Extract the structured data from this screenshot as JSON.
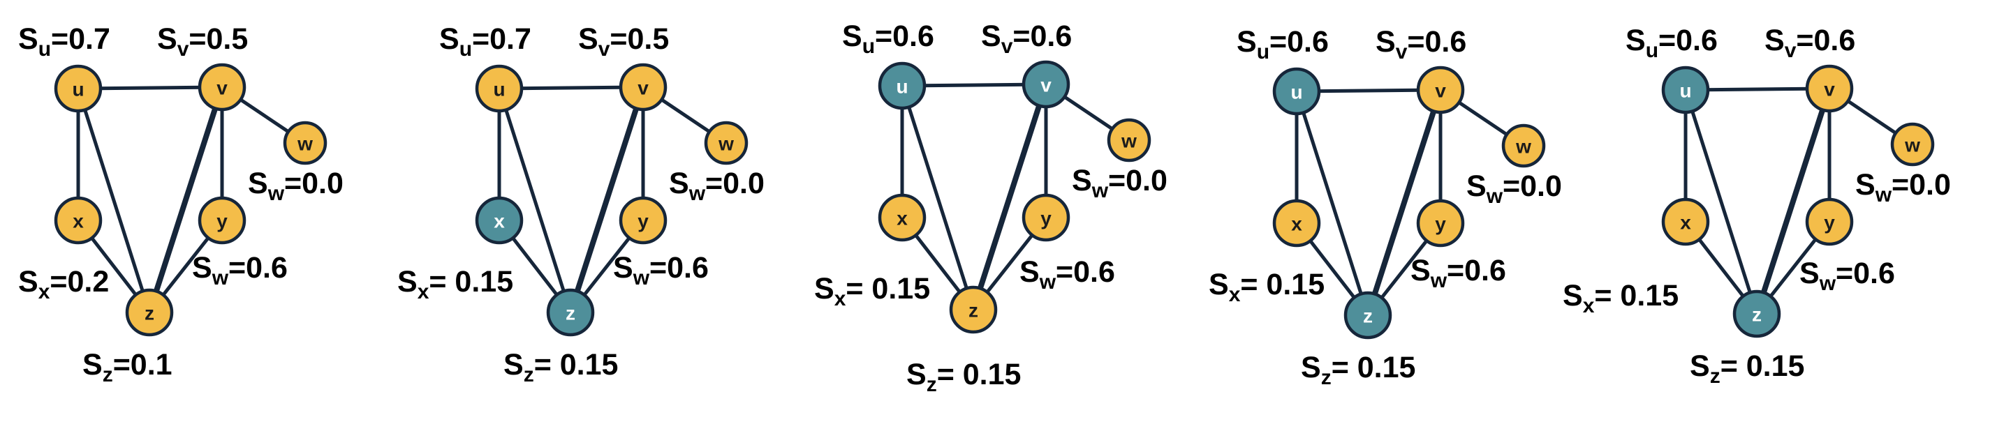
{
  "colors": {
    "orange": "#f4bd49",
    "teal": "#4f8f9a",
    "edge": "#16263a",
    "label_on_orange": "#1b1b1b",
    "label_on_teal": "#ffffff"
  },
  "panels": [
    {
      "nodes": [
        {
          "id": "u",
          "label": "u",
          "color": "orange"
        },
        {
          "id": "v",
          "label": "v",
          "color": "orange"
        },
        {
          "id": "w",
          "label": "w",
          "color": "orange"
        },
        {
          "id": "x",
          "label": "x",
          "color": "orange"
        },
        {
          "id": "y",
          "label": "y",
          "color": "orange"
        },
        {
          "id": "z",
          "label": "z",
          "color": "orange"
        }
      ],
      "scores": [
        {
          "node": "u",
          "prefix": "S",
          "sub": "u",
          "value": "=0.7"
        },
        {
          "node": "v",
          "prefix": "S",
          "sub": "v",
          "value": "=0.5"
        },
        {
          "node": "w",
          "prefix": "S",
          "sub": "w",
          "value": "=0.0"
        },
        {
          "node": "x",
          "prefix": "S",
          "sub": "x",
          "value": "=0.2"
        },
        {
          "node": "y",
          "prefix": "S",
          "sub": "w",
          "value": "=0.6"
        },
        {
          "node": "z",
          "prefix": "S",
          "sub": "z",
          "value": "=0.1"
        }
      ]
    },
    {
      "nodes": [
        {
          "id": "u",
          "label": "u",
          "color": "orange"
        },
        {
          "id": "v",
          "label": "v",
          "color": "orange"
        },
        {
          "id": "w",
          "label": "w",
          "color": "orange"
        },
        {
          "id": "x",
          "label": "x",
          "color": "teal"
        },
        {
          "id": "y",
          "label": "y",
          "color": "orange"
        },
        {
          "id": "z",
          "label": "z",
          "color": "teal"
        }
      ],
      "scores": [
        {
          "node": "u",
          "prefix": "S",
          "sub": "u",
          "value": "=0.7"
        },
        {
          "node": "v",
          "prefix": "S",
          "sub": "v",
          "value": "=0.5"
        },
        {
          "node": "w",
          "prefix": "S",
          "sub": "w",
          "value": "=0.0"
        },
        {
          "node": "x",
          "prefix": "S",
          "sub": "x",
          "value": "= 0.15"
        },
        {
          "node": "y",
          "prefix": "S",
          "sub": "w",
          "value": "=0.6"
        },
        {
          "node": "z",
          "prefix": "S",
          "sub": "z",
          "value": "= 0.15"
        }
      ]
    },
    {
      "nodes": [
        {
          "id": "u",
          "label": "u",
          "color": "teal"
        },
        {
          "id": "v",
          "label": "v",
          "color": "teal"
        },
        {
          "id": "w",
          "label": "w",
          "color": "orange"
        },
        {
          "id": "x",
          "label": "x",
          "color": "orange"
        },
        {
          "id": "y",
          "label": "y",
          "color": "orange"
        },
        {
          "id": "z",
          "label": "z",
          "color": "orange"
        }
      ],
      "scores": [
        {
          "node": "u",
          "prefix": "S",
          "sub": "u",
          "value": "=0.6"
        },
        {
          "node": "v",
          "prefix": "S",
          "sub": "v",
          "value": "=0.6"
        },
        {
          "node": "w",
          "prefix": "S",
          "sub": "w",
          "value": "=0.0"
        },
        {
          "node": "x",
          "prefix": "S",
          "sub": "x",
          "value": "= 0.15"
        },
        {
          "node": "y",
          "prefix": "S",
          "sub": "w",
          "value": "=0.6"
        },
        {
          "node": "z",
          "prefix": "S",
          "sub": "z",
          "value": "= 0.15"
        }
      ]
    },
    {
      "nodes": [
        {
          "id": "u",
          "label": "u",
          "color": "teal"
        },
        {
          "id": "v",
          "label": "v",
          "color": "orange"
        },
        {
          "id": "w",
          "label": "w",
          "color": "orange"
        },
        {
          "id": "x",
          "label": "x",
          "color": "orange"
        },
        {
          "id": "y",
          "label": "y",
          "color": "orange"
        },
        {
          "id": "z",
          "label": "z",
          "color": "teal"
        }
      ],
      "scores": [
        {
          "node": "u",
          "prefix": "S",
          "sub": "u",
          "value": "=0.6"
        },
        {
          "node": "v",
          "prefix": "S",
          "sub": "v",
          "value": "=0.6"
        },
        {
          "node": "w",
          "prefix": "S",
          "sub": "w",
          "value": "=0.0"
        },
        {
          "node": "x",
          "prefix": "S",
          "sub": "x",
          "value": "= 0.15"
        },
        {
          "node": "y",
          "prefix": "S",
          "sub": "w",
          "value": "=0.6"
        },
        {
          "node": "z",
          "prefix": "S",
          "sub": "z",
          "value": "= 0.15"
        }
      ]
    },
    {
      "nodes": [
        {
          "id": "u",
          "label": "u",
          "color": "teal"
        },
        {
          "id": "v",
          "label": "v",
          "color": "orange"
        },
        {
          "id": "w",
          "label": "w",
          "color": "orange"
        },
        {
          "id": "x",
          "label": "x",
          "color": "orange"
        },
        {
          "id": "y",
          "label": "y",
          "color": "orange"
        },
        {
          "id": "z",
          "label": "z",
          "color": "teal"
        }
      ],
      "scores": [
        {
          "node": "u",
          "prefix": "S",
          "sub": "u",
          "value": "=0.6"
        },
        {
          "node": "v",
          "prefix": "S",
          "sub": "v",
          "value": "=0.6"
        },
        {
          "node": "w",
          "prefix": "S",
          "sub": "w",
          "value": "=0.0"
        },
        {
          "node": "x",
          "prefix": "S",
          "sub": "x",
          "value": "= 0.15"
        },
        {
          "node": "y",
          "prefix": "S",
          "sub": "w",
          "value": "=0.6"
        },
        {
          "node": "z",
          "prefix": "S",
          "sub": "z",
          "value": "= 0.15"
        }
      ]
    }
  ],
  "edges": [
    {
      "from": "u",
      "to": "v",
      "weight": "normal"
    },
    {
      "from": "u",
      "to": "x",
      "weight": "normal"
    },
    {
      "from": "u",
      "to": "z",
      "weight": "normal"
    },
    {
      "from": "v",
      "to": "w",
      "weight": "normal"
    },
    {
      "from": "v",
      "to": "y",
      "weight": "normal"
    },
    {
      "from": "v",
      "to": "z",
      "weight": "thick"
    },
    {
      "from": "x",
      "to": "z",
      "weight": "normal"
    },
    {
      "from": "y",
      "to": "z",
      "weight": "normal"
    }
  ]
}
